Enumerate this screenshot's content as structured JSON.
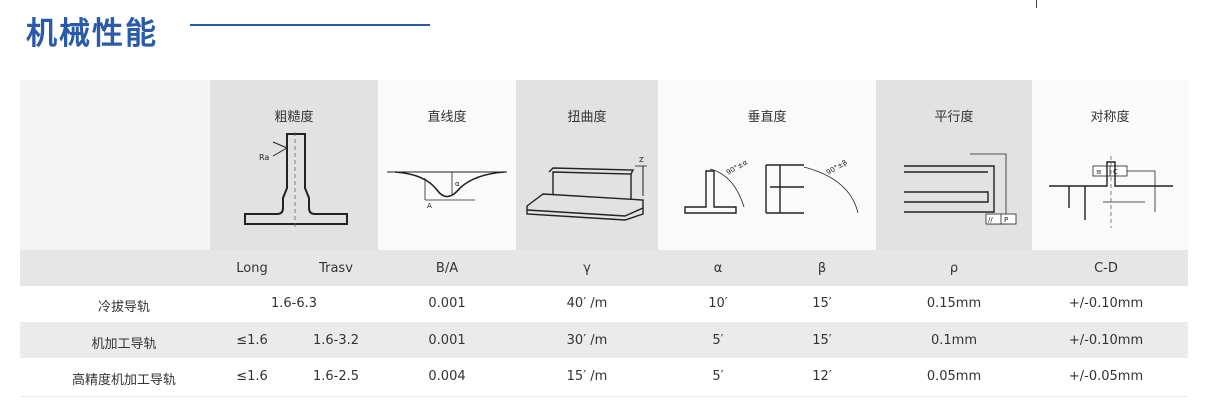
{
  "title": "机械性能",
  "columns": {
    "roughness": "粗糙度",
    "straightness": "直线度",
    "twist": "扭曲度",
    "perpendicularity": "垂直度",
    "parallelism": "平行度",
    "symmetry": "对称度"
  },
  "diagram_labels": {
    "ra": "Ra",
    "alpha": "α",
    "a": "A",
    "z": "Z",
    "angle1": "90°±α",
    "angle2": "90°±β",
    "par_tag": "//",
    "par_p": "P",
    "sym_tag": "≡",
    "sym_c": "C"
  },
  "subheaders": {
    "long": "Long",
    "trasv": "Trasv",
    "ba": "B/A",
    "gamma": "γ",
    "alpha": "α",
    "beta": "β",
    "rho": "ρ",
    "cd": "C-D"
  },
  "rows": [
    {
      "name": "冷拔导轨",
      "roughness": "1.6-6.3",
      "long": "",
      "trasv": "",
      "ba": "0.001",
      "gamma": "40′ /m",
      "alpha": "10′",
      "beta": "15′",
      "rho": "0.15mm",
      "cd": "+/-0.10mm"
    },
    {
      "name": "机加工导轨",
      "roughness": "",
      "long": "≤1.6",
      "trasv": "1.6-3.2",
      "ba": "0.001",
      "gamma": "30′ /m",
      "alpha": "5′",
      "beta": "15′",
      "rho": "0.1mm",
      "cd": "+/-0.10mm"
    },
    {
      "name": "高精度机加工导轨",
      "roughness": "",
      "long": "≤1.6",
      "trasv": "1.6-2.5",
      "ba": "0.004",
      "gamma": "15′ /m",
      "alpha": "5′",
      "beta": "12′",
      "rho": "0.05mm",
      "cd": "+/-0.05mm"
    }
  ],
  "colors": {
    "accent": "#2a5aa8",
    "header_bg": "#e6e6e6",
    "shade": "#ebebeb"
  }
}
